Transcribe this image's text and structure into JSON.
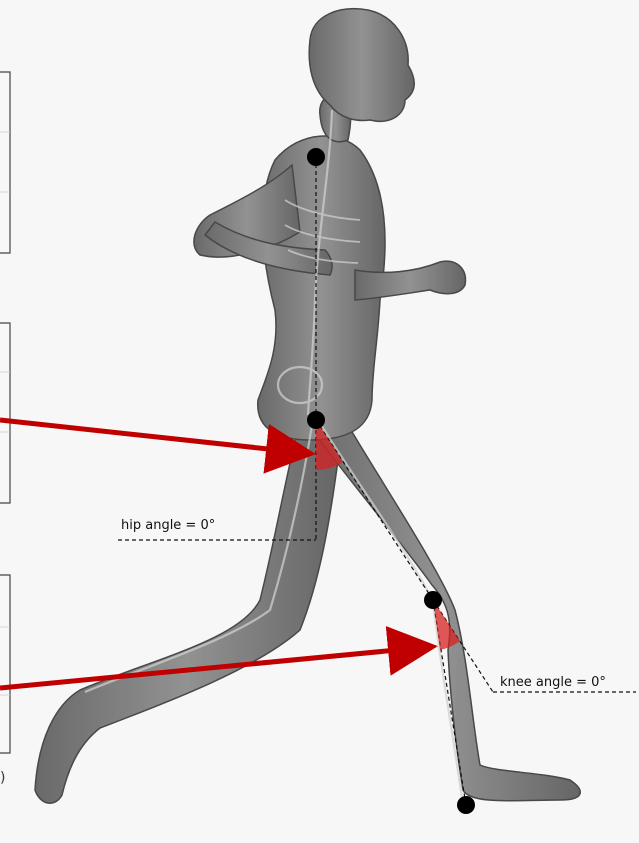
{
  "annotations": {
    "hip_label": "hip angle = 0°",
    "knee_label": "knee angle = 0°",
    "edge_mark": ")"
  },
  "colors": {
    "arrow": "#c00000",
    "angle_wedge": "#d62020",
    "body_fill": "#7a7a7a",
    "bone": "#cfcfcf",
    "joint": "#000000",
    "panel_border": "#444444",
    "background": "#f7f7f7"
  },
  "elements": {
    "joints": [
      "shoulder-joint",
      "hip-joint",
      "knee-joint",
      "ankle-joint"
    ],
    "icons": [
      "running-figure-illustration"
    ]
  }
}
